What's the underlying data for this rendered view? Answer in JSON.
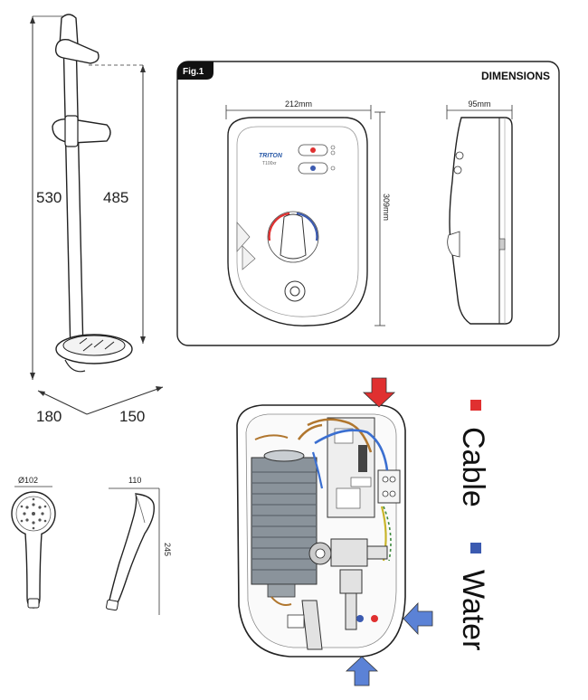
{
  "riser": {
    "height_total": "530",
    "height_bracket": "485",
    "depth": "180",
    "width": "150"
  },
  "figure": {
    "label": "Fig.1",
    "title": "DIMENSIONS",
    "width": "212mm",
    "depth": "95mm",
    "height": "309mm"
  },
  "front_panel": {
    "brand": "TRITON",
    "model": "T100xr"
  },
  "handset": {
    "diameter": "Ø102",
    "depth": "110",
    "length": "245"
  },
  "legend": {
    "cable": "Cable",
    "water": "Water",
    "cable_color": "#e03030",
    "water_color": "#3b5ab0"
  }
}
